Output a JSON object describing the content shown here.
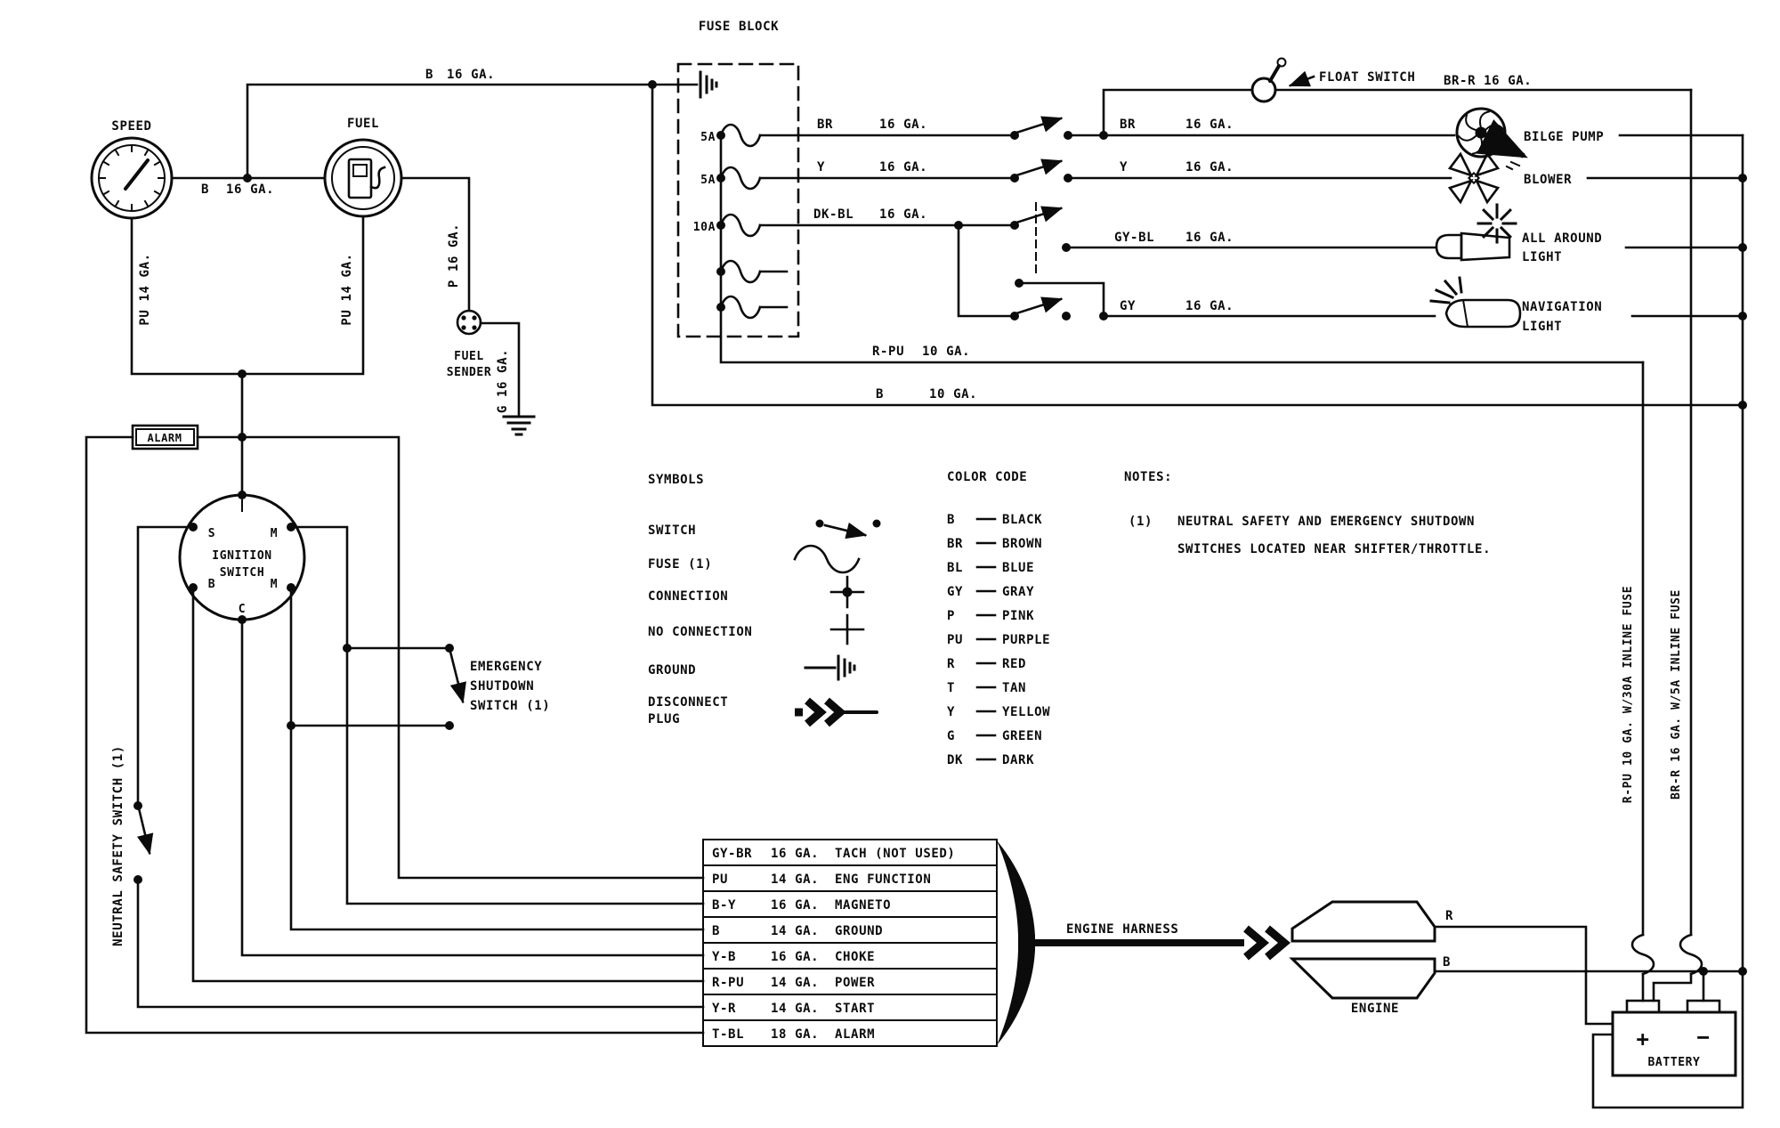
{
  "colors": {
    "ink": "#0b0b0b",
    "paper": "#ffffff"
  },
  "gauges": {
    "speed": "SPEED",
    "fu": "FUEL"
  },
  "wire_labels": {
    "b16_top": {
      "code": "B",
      "ga": "16 GA."
    },
    "b16_link": {
      "code": "B",
      "ga": "16 GA."
    },
    "pu14_speed": "PU 14 GA.",
    "pu14_fuel": "PU 14 GA.",
    "p16": "P 16 GA.",
    "g16": "G 16 GA.",
    "rpu10": {
      "code": "R-PU",
      "ga": "10 GA."
    },
    "b10": {
      "code": "B",
      "ga": "10 GA."
    },
    "brr16": "BR-R 16 GA.",
    "engine_r": "R",
    "engine_b": "B",
    "rpu_inline": "R-PU 10 GA. W/30A INLINE FUSE",
    "brr_inline": "BR-R 16 GA. W/5A INLINE FUSE"
  },
  "fuse_block": {
    "title": "FUSE BLOCK",
    "ratings": [
      "5A",
      "5A",
      "10A"
    ]
  },
  "circuits": {
    "bilge_feed": {
      "code": "BR",
      "ga": "16 GA."
    },
    "bilge_out": {
      "code": "BR",
      "ga": "16 GA."
    },
    "blower_feed": {
      "code": "Y",
      "ga": "16 GA."
    },
    "blower_out": {
      "code": "Y",
      "ga": "16 GA."
    },
    "lights_feed": {
      "code": "DK-BL",
      "ga": "16 GA."
    },
    "all_around_out": {
      "code": "GY-BL",
      "ga": "16 GA."
    },
    "nav_out": {
      "code": "GY",
      "ga": "16 GA."
    }
  },
  "devices": {
    "float_switch": "FLOAT SWITCH",
    "bilge_pump": "BILGE PUMP",
    "blower": "BLOWER",
    "all_around1": "ALL AROUND",
    "all_around2": "LIGHT",
    "nav1": "NAVIGATION",
    "nav2": "LIGHT",
    "alarm": "ALARM",
    "engine_harness": "ENGINE HARNESS",
    "engine": "ENGINE",
    "battery": "BATTERY",
    "battery_plus": "+",
    "battery_minus": "−"
  },
  "fuel_sender": {
    "line1": "FUEL",
    "line2": "SENDER"
  },
  "ignition": {
    "line1": "IGNITION",
    "line2": "SWITCH",
    "terminals": [
      "S",
      "M",
      "B",
      "M",
      "C"
    ]
  },
  "switch_labels": {
    "emergency1": "EMERGENCY",
    "emergency2": "SHUTDOWN",
    "emergency3": "SWITCH (1)",
    "neutral_safety": "NEUTRAL SAFETY SWITCH (1)"
  },
  "symbols": {
    "title": "SYMBOLS",
    "switch": "SWITCH",
    "fuse": "FUSE (1)",
    "connection": "CONNECTION",
    "no_connection": "NO CONNECTION",
    "ground": "GROUND",
    "disconnect1": "DISCONNECT",
    "disconnect2": "PLUG"
  },
  "color_code": {
    "title": "COLOR CODE",
    "items": [
      {
        "code": "B",
        "name": "BLACK"
      },
      {
        "code": "BR",
        "name": "BROWN"
      },
      {
        "code": "BL",
        "name": "BLUE"
      },
      {
        "code": "GY",
        "name": "GRAY"
      },
      {
        "code": "P",
        "name": "PINK"
      },
      {
        "code": "PU",
        "name": "PURPLE"
      },
      {
        "code": "R",
        "name": "RED"
      },
      {
        "code": "T",
        "name": "TAN"
      },
      {
        "code": "Y",
        "name": "YELLOW"
      },
      {
        "code": "G",
        "name": "GREEN"
      },
      {
        "code": "DK",
        "name": "DARK"
      }
    ]
  },
  "notes": {
    "title": "NOTES:",
    "ref": "(1)",
    "line1": "NEUTRAL SAFETY AND EMERGENCY SHUTDOWN",
    "line2": "SWITCHES LOCATED NEAR SHIFTER/THROTTLE."
  },
  "harness": {
    "rows": [
      {
        "code": "GY-BR",
        "ga": "16 GA.",
        "function": "TACH (NOT USED)"
      },
      {
        "code": "PU",
        "ga": "14 GA.",
        "function": "ENG FUNCTION"
      },
      {
        "code": "B-Y",
        "ga": "16 GA.",
        "function": "MAGNETO"
      },
      {
        "code": "B",
        "ga": "14 GA.",
        "function": "GROUND"
      },
      {
        "code": "Y-B",
        "ga": "16 GA.",
        "function": "CHOKE"
      },
      {
        "code": "R-PU",
        "ga": "14 GA.",
        "function": "POWER"
      },
      {
        "code": "Y-R",
        "ga": "14 GA.",
        "function": "START"
      },
      {
        "code": "T-BL",
        "ga": "18 GA.",
        "function": "ALARM"
      }
    ]
  }
}
